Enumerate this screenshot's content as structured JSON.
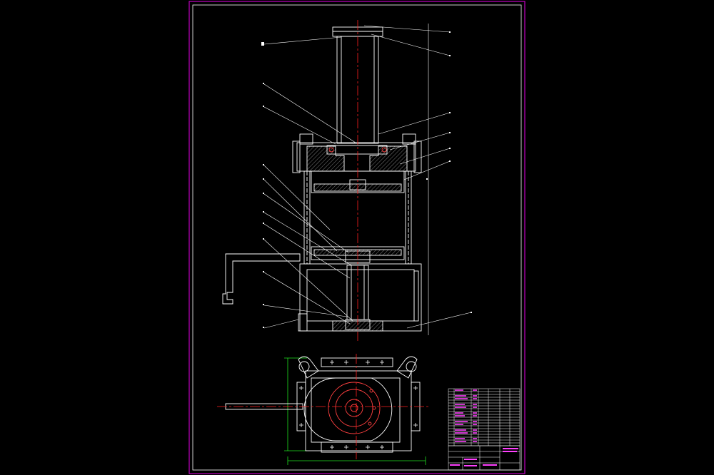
{
  "drawing": {
    "background": "#000000",
    "colors": {
      "frame": "#c000c0",
      "outline": "#ffffff",
      "centerline": "#ff2020",
      "dimension": "#20e020",
      "hatch": "#b0b0b0",
      "table": "#ff40ff"
    },
    "leader_count": 21,
    "views": [
      "front-section-view",
      "top-plan-view"
    ]
  }
}
